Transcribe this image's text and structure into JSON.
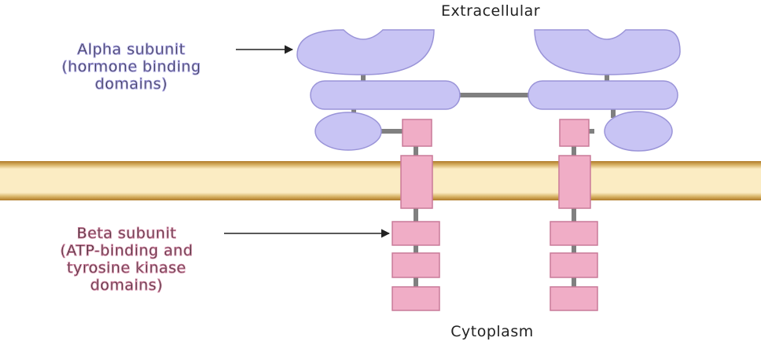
{
  "labels": {
    "top": "Extracellular",
    "bottom": "Cytoplasm",
    "alpha": [
      "Alpha subunit",
      "(hormone binding",
      "domains)"
    ],
    "beta": [
      "Beta subunit",
      "(ATP-binding and",
      "tyrosine kinase",
      "domains)"
    ]
  },
  "colors": {
    "alpha_fill": "#c8c4f4",
    "alpha_stroke": "#9a94d8",
    "beta_fill": "#f0adc6",
    "beta_stroke": "#c97a98",
    "membrane_band": "#b07a28",
    "membrane_core": "#fbecc3",
    "linker": "#808080"
  }
}
